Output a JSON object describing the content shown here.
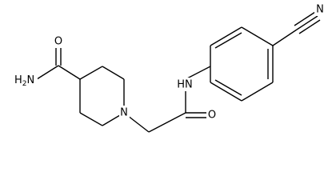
{
  "molecule": {
    "atoms": {
      "amide_o": "O",
      "amide_n": "H",
      "amide_n_sub": "2",
      "amide_n_el": "N",
      "ring_n": "N",
      "nh": "HN",
      "carbonyl_o": "O",
      "nitrile_n": "N"
    }
  },
  "colors": {
    "bond": "#000000",
    "background": "#ffffff"
  }
}
